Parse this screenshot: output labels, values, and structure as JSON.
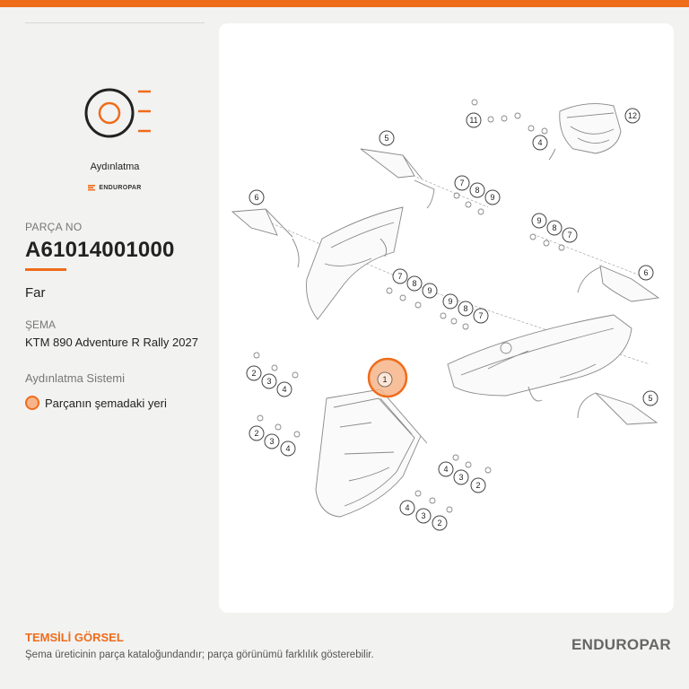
{
  "category": {
    "label": "Aydınlatma",
    "icon": "headlight-icon",
    "brand": "ENDUROPAR"
  },
  "part": {
    "number_label": "PARÇA NO",
    "number": "A61014001000",
    "name": "Far"
  },
  "schema": {
    "label": "ŞEMA",
    "model": "KTM 890 Adventure R Rally 2027",
    "system": "Aydınlatma Sistemi",
    "legend": "Parçanın şemadaki yeri"
  },
  "diagram": {
    "highlighted_callout": "1",
    "callouts": [
      "1",
      "2",
      "3",
      "4",
      "5",
      "6",
      "7",
      "8",
      "9",
      "11",
      "12"
    ]
  },
  "footer": {
    "title": "TEMSİLİ GÖRSEL",
    "note": "Şema üreticinin parça kataloğundandır; parça görünümü farklılık gösterebilir.",
    "brand": "ENDUROPAR"
  },
  "colors": {
    "accent": "#ef6c1a",
    "highlight_fill": "#f7b48a"
  }
}
